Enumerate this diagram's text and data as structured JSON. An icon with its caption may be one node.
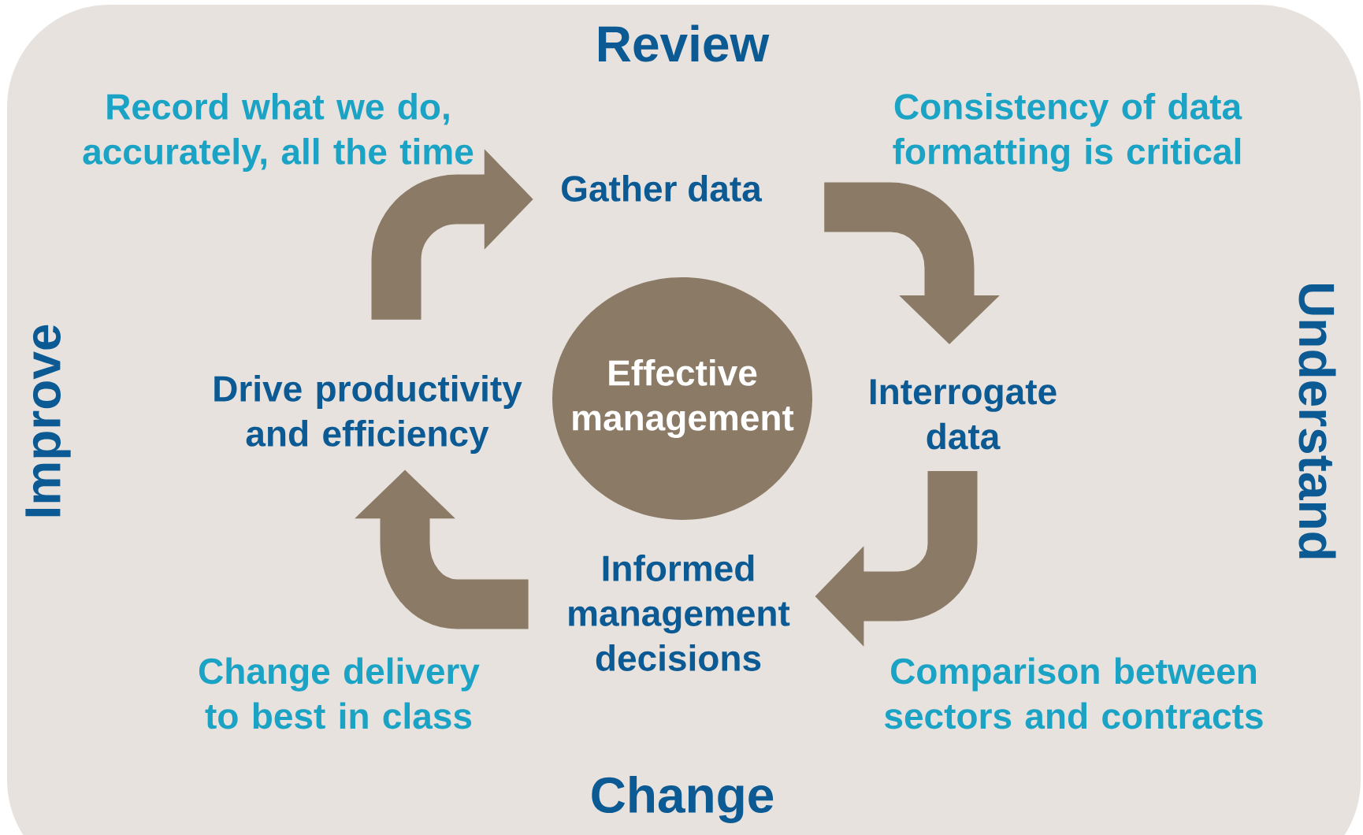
{
  "diagram": {
    "nodes": [
      {
        "text": [
          "Gather data"
        ]
      },
      {
        "text": [
          "Interrogate data"
        ]
      },
      {
        "text": [
          "Informed management decisions"
        ]
      },
      {
        "text": [
          "Drive productivity and efficiency"
        ]
      },
      {
        "text": [
          "Effective management"
        ]
      }
    ],
    "edges": [
      {
        "from": 3,
        "to": 0,
        "arrow": "to"
      },
      {
        "from": 0,
        "to": 1,
        "arrow": "to"
      },
      {
        "from": 1,
        "to": 2,
        "arrow": "to"
      },
      {
        "from": 2,
        "to": 3,
        "arrow": "to"
      }
    ],
    "labels": [
      "Review",
      "Record what we do, accurately, all the time",
      "Consistency of data formatting is critical",
      "Improve",
      "Understand",
      "Change delivery to best in class",
      "Comparison between sectors and contracts",
      "Change"
    ]
  }
}
